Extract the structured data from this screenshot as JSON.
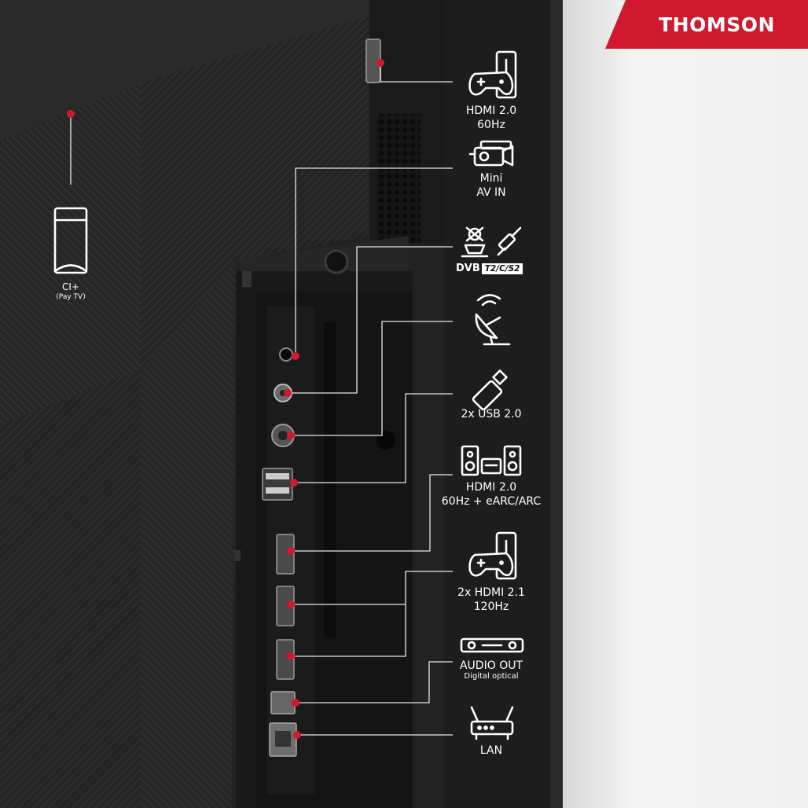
{
  "brand": {
    "name": "THOMSON",
    "color": "#d0182f"
  },
  "ci_slot": {
    "icon": "ci-card-icon",
    "label": "CI+",
    "sublabel": "(Pay TV)"
  },
  "ports": [
    {
      "id": "hdmi-top",
      "icon": "game-console-icon",
      "line1": "HDMI 2.0",
      "line2": "60Hz"
    },
    {
      "id": "mini-av",
      "icon": "camcorder-icon",
      "line1": "Mini",
      "line2": "AV IN"
    },
    {
      "id": "antenna",
      "icon": "antenna-cable-icon",
      "dvb_prefix": "DVB",
      "dvb_tag": "T2/C/S2"
    },
    {
      "id": "satellite",
      "icon": "satellite-dish-icon"
    },
    {
      "id": "usb",
      "icon": "usb-stick-icon",
      "line1": "2x USB 2.0"
    },
    {
      "id": "hdmi-earc",
      "icon": "speakers-icon",
      "line1": "HDMI 2.0",
      "line2": "60Hz + eARC/ARC"
    },
    {
      "id": "hdmi21",
      "icon": "game-console-icon",
      "line1": "2x HDMI 2.1",
      "line2": "120Hz"
    },
    {
      "id": "audio-out",
      "icon": "soundbar-icon",
      "line1": "AUDIO OUT",
      "line2": "Digital optical"
    },
    {
      "id": "lan",
      "icon": "router-icon",
      "line1": "LAN"
    }
  ],
  "colors": {
    "accent": "#d0182f",
    "panel": "#202020",
    "wall": "#f2f2f2"
  }
}
